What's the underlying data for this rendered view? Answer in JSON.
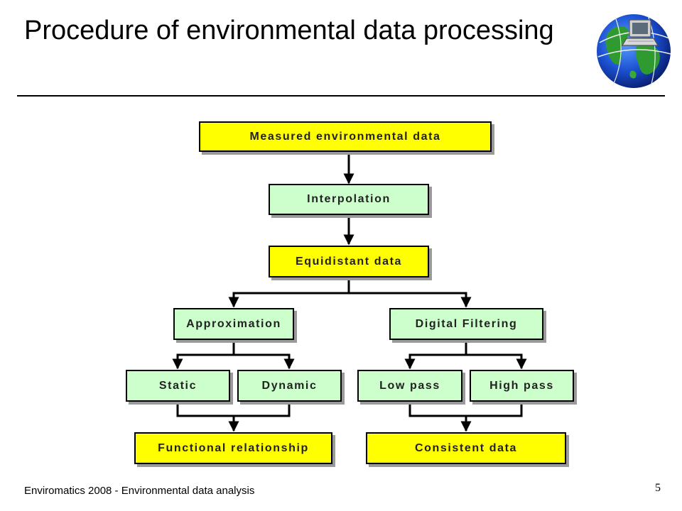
{
  "slide": {
    "title": "Procedure of environmental data processing",
    "footer": "Enviromatics 2008 - Environmental data analysis",
    "page_number": "5"
  },
  "diagram": {
    "nodes": {
      "measured": "Measured environmental data",
      "interpolation": "Interpolation",
      "equidistant": "Equidistant data",
      "approximation": "Approximation",
      "digital_filtering": "Digital Filtering",
      "static": "Static",
      "dynamic": "Dynamic",
      "low_pass": "Low pass",
      "high_pass": "High pass",
      "functional": "Functional relationship",
      "consistent": "Consistent data"
    },
    "colors": {
      "terminal": "#ffff00",
      "process": "#ccffcc",
      "shadow": "#9a9a9a"
    }
  }
}
